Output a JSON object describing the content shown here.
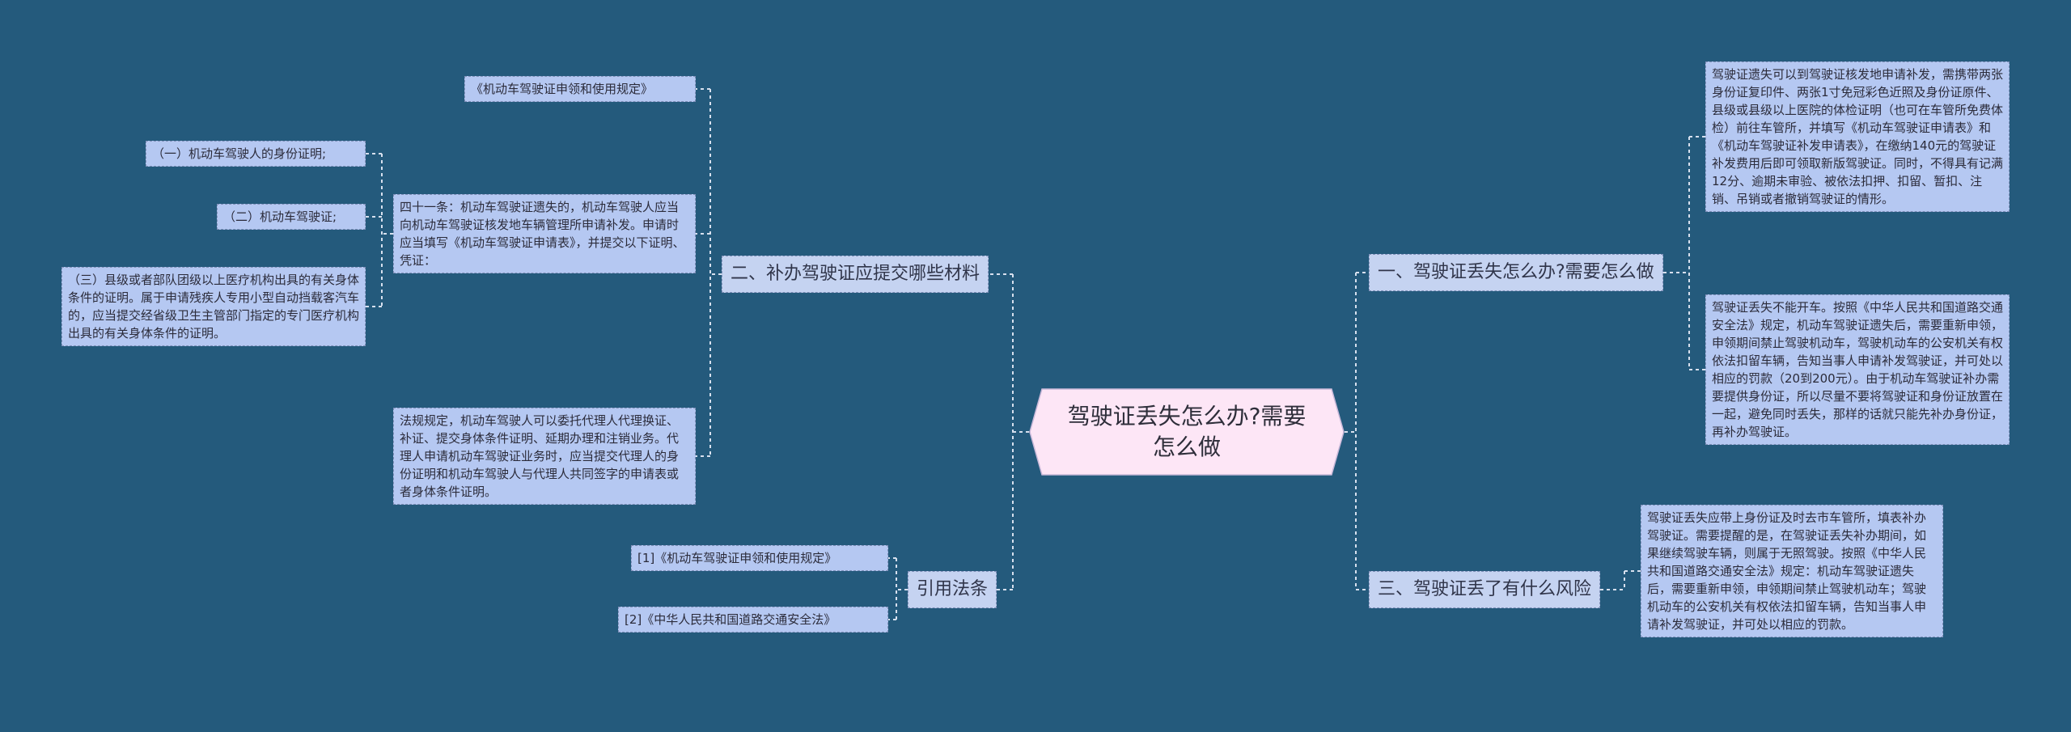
{
  "root": {
    "title": "驾驶证丢失怎么办?需要怎么做"
  },
  "branches": {
    "b1": {
      "label": "一、驾驶证丢失怎么办?需要怎么做",
      "leaves": [
        "驾驶证遗失可以到驾驶证核发地申请补发，需携带两张身份证复印件、两张1寸免冠彩色近照及身份证原件、县级或县级以上医院的体检证明（也可在车管所免费体检）前往车管所，并填写《机动车驾驶证申请表》和《机动车驾驶证补发申请表》，在缴纳140元的驾驶证补发费用后即可领取新版驾驶证。同时，不得具有记满12分、逾期未审验、被依法扣押、扣留、暂扣、注销、吊销或者撤销驾驶证的情形。",
        "驾驶证丢失不能开车。按照《中华人民共和国道路交通安全法》规定，机动车驾驶证遗失后，需要重新申领，申领期间禁止驾驶机动车，驾驶机动车的公安机关有权依法扣留车辆，告知当事人申请补发驾驶证，并可处以相应的罚款（20到200元）。由于机动车驾驶证补办需要提供身份证，所以尽量不要将驾驶证和身份证放置在一起，避免同时丢失，那样的话就只能先补办身份证，再补办驾驶证。"
      ]
    },
    "b2": {
      "label": "二、补办驾驶证应提交哪些材料",
      "leaves": [
        "《机动车驾驶证申领和使用规定》",
        "四十一条：机动车驾驶证遗失的，机动车驾驶人应当向机动车驾驶证核发地车辆管理所申请补发。申请时应当填写《机动车驾驶证申请表》，并提交以下证明、凭证：",
        "法规规定，机动车驾驶人可以委托代理人代理换证、补证、提交身体条件证明、延期办理和注销业务。代理人申请机动车驾驶证业务时，应当提交代理人的身份证明和机动车驾驶人与代理人共同签字的申请表或者身体条件证明。"
      ],
      "sub_leaves": [
        "（一）机动车驾驶人的身份证明;",
        "（二）机动车驾驶证;",
        "（三）县级或者部队团级以上医疗机构出具的有关身体条件的证明。属于申请残疾人专用小型自动挡载客汽车的，应当提交经省级卫生主管部门指定的专门医疗机构出具的有关身体条件的证明。"
      ]
    },
    "b3": {
      "label": "三、驾驶证丢了有什么风险",
      "leaves": [
        "驾驶证丢失应带上身份证及时去市车管所，填表补办驾驶证。需要提醒的是，在驾驶证丢失补办期间，如果继续驾驶车辆，则属于无照驾驶。按照《中华人民共和国道路交通安全法》规定：机动车驾驶证遗失后，需要重新申领，申领期间禁止驾驶机动车；驾驶机动车的公安机关有权依法扣留车辆，告知当事人申请补发驾驶证，并可处以相应的罚款。"
      ]
    },
    "b4": {
      "label": "引用法条",
      "leaves": [
        "[1]《机动车驾驶证申领和使用规定》",
        "[2]《中华人民共和国道路交通安全法》"
      ]
    }
  },
  "colors": {
    "background": "#245a7c",
    "node_fill": "#b5c8f2",
    "root_fill": "#fde6f6",
    "connector": "#d7e0ee"
  }
}
